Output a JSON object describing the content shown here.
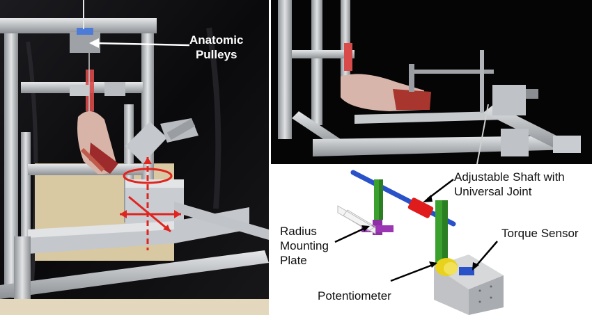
{
  "figure": {
    "left_panel": {
      "label_lines": [
        "Anatomic",
        "Pulleys"
      ]
    },
    "diagram_panel": {
      "labels": {
        "shaft": [
          "Adjustable Shaft with",
          "Universal Joint"
        ],
        "radius": [
          "Radius",
          "Mounting",
          "Plate"
        ],
        "torque": [
          "Torque Sensor"
        ],
        "potentiometer": [
          "Potentiometer"
        ]
      }
    }
  }
}
